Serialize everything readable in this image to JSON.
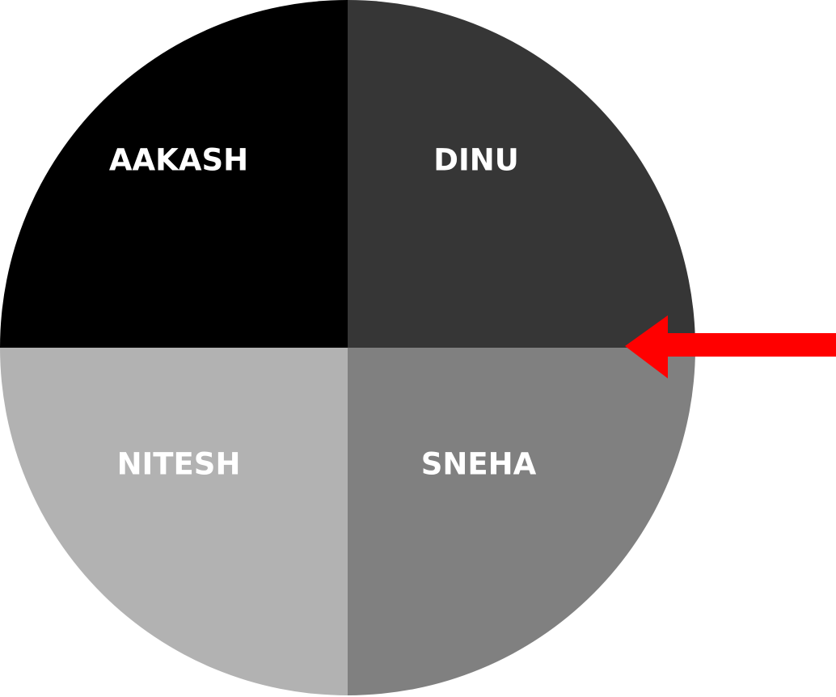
{
  "wheel": {
    "segments": [
      {
        "label": "AAKASH",
        "color": "#000000"
      },
      {
        "label": "DINU",
        "color": "#363636"
      },
      {
        "label": "SNEHA",
        "color": "#808080"
      },
      {
        "label": "NITESH",
        "color": "#b2b2b2"
      }
    ],
    "pointer": {
      "color": "#ff0000",
      "icon": "arrow-left-icon"
    }
  }
}
